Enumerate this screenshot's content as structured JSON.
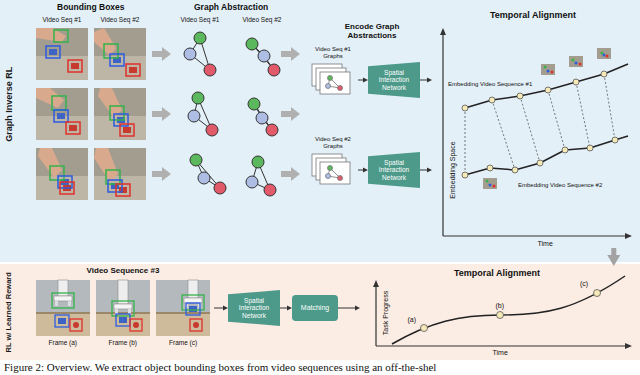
{
  "diagram": {
    "caption": "Figure 2: Overview. We extract object bounding boxes from video sequences using an off-the-shel",
    "nodes": [
      {
        "text": [
          "Graph Inverse RL"
        ]
      },
      {
        "text": [
          "Video Seq #1 Graphs"
        ],
        "in": 0
      },
      {
        "text": [
          "Spatial Interaction Network"
        ],
        "in": 0
      },
      {
        "text": [
          "Video Seq #2 Graphs"
        ],
        "in": 0
      },
      {
        "text": [
          "Spatial Interaction Network"
        ],
        "in": 0
      },
      {
        "text": [
          "Temporal Alignment"
        ],
        "in": 0
      },
      {
        "text": [
          "RL w/ Learned Reward"
        ]
      },
      {
        "text": [
          "Video Sequence #3"
        ],
        "in": 6
      },
      {
        "text": [
          "Spatial Interaction Network"
        ],
        "in": 6
      },
      {
        "text": [
          "Matching"
        ],
        "in": 6
      },
      {
        "text": [
          "Temporal Alignment"
        ],
        "in": 6
      }
    ],
    "edges": [
      {
        "from": 1,
        "to": 2,
        "arrow": "to"
      },
      {
        "from": 3,
        "to": 4,
        "arrow": "to"
      },
      {
        "from": 2,
        "to": 5,
        "arrow": "to"
      },
      {
        "from": 4,
        "to": 5,
        "arrow": "to"
      },
      {
        "from": 5,
        "to": 10,
        "arrow": "to"
      },
      {
        "from": 7,
        "to": 8,
        "arrow": "to"
      },
      {
        "from": 8,
        "to": 9,
        "arrow": "to"
      },
      {
        "from": 9,
        "to": 10,
        "arrow": "to"
      }
    ],
    "labels": [
      "Bounding Boxes",
      "Video Seq #1",
      "Video Seq #2",
      "Graph Abstraction",
      "Video Seq #1",
      "Video Seq #2",
      "Encode Graph Abstractions",
      "Embedding Space",
      "Time",
      "Embedding Video Sequence #1",
      "Embedding Video Sequence #2",
      "Frame (a)",
      "Frame (b)",
      "Frame (c)",
      "Task Progress",
      "Time",
      "(a)",
      "(b)",
      "(c)"
    ]
  }
}
